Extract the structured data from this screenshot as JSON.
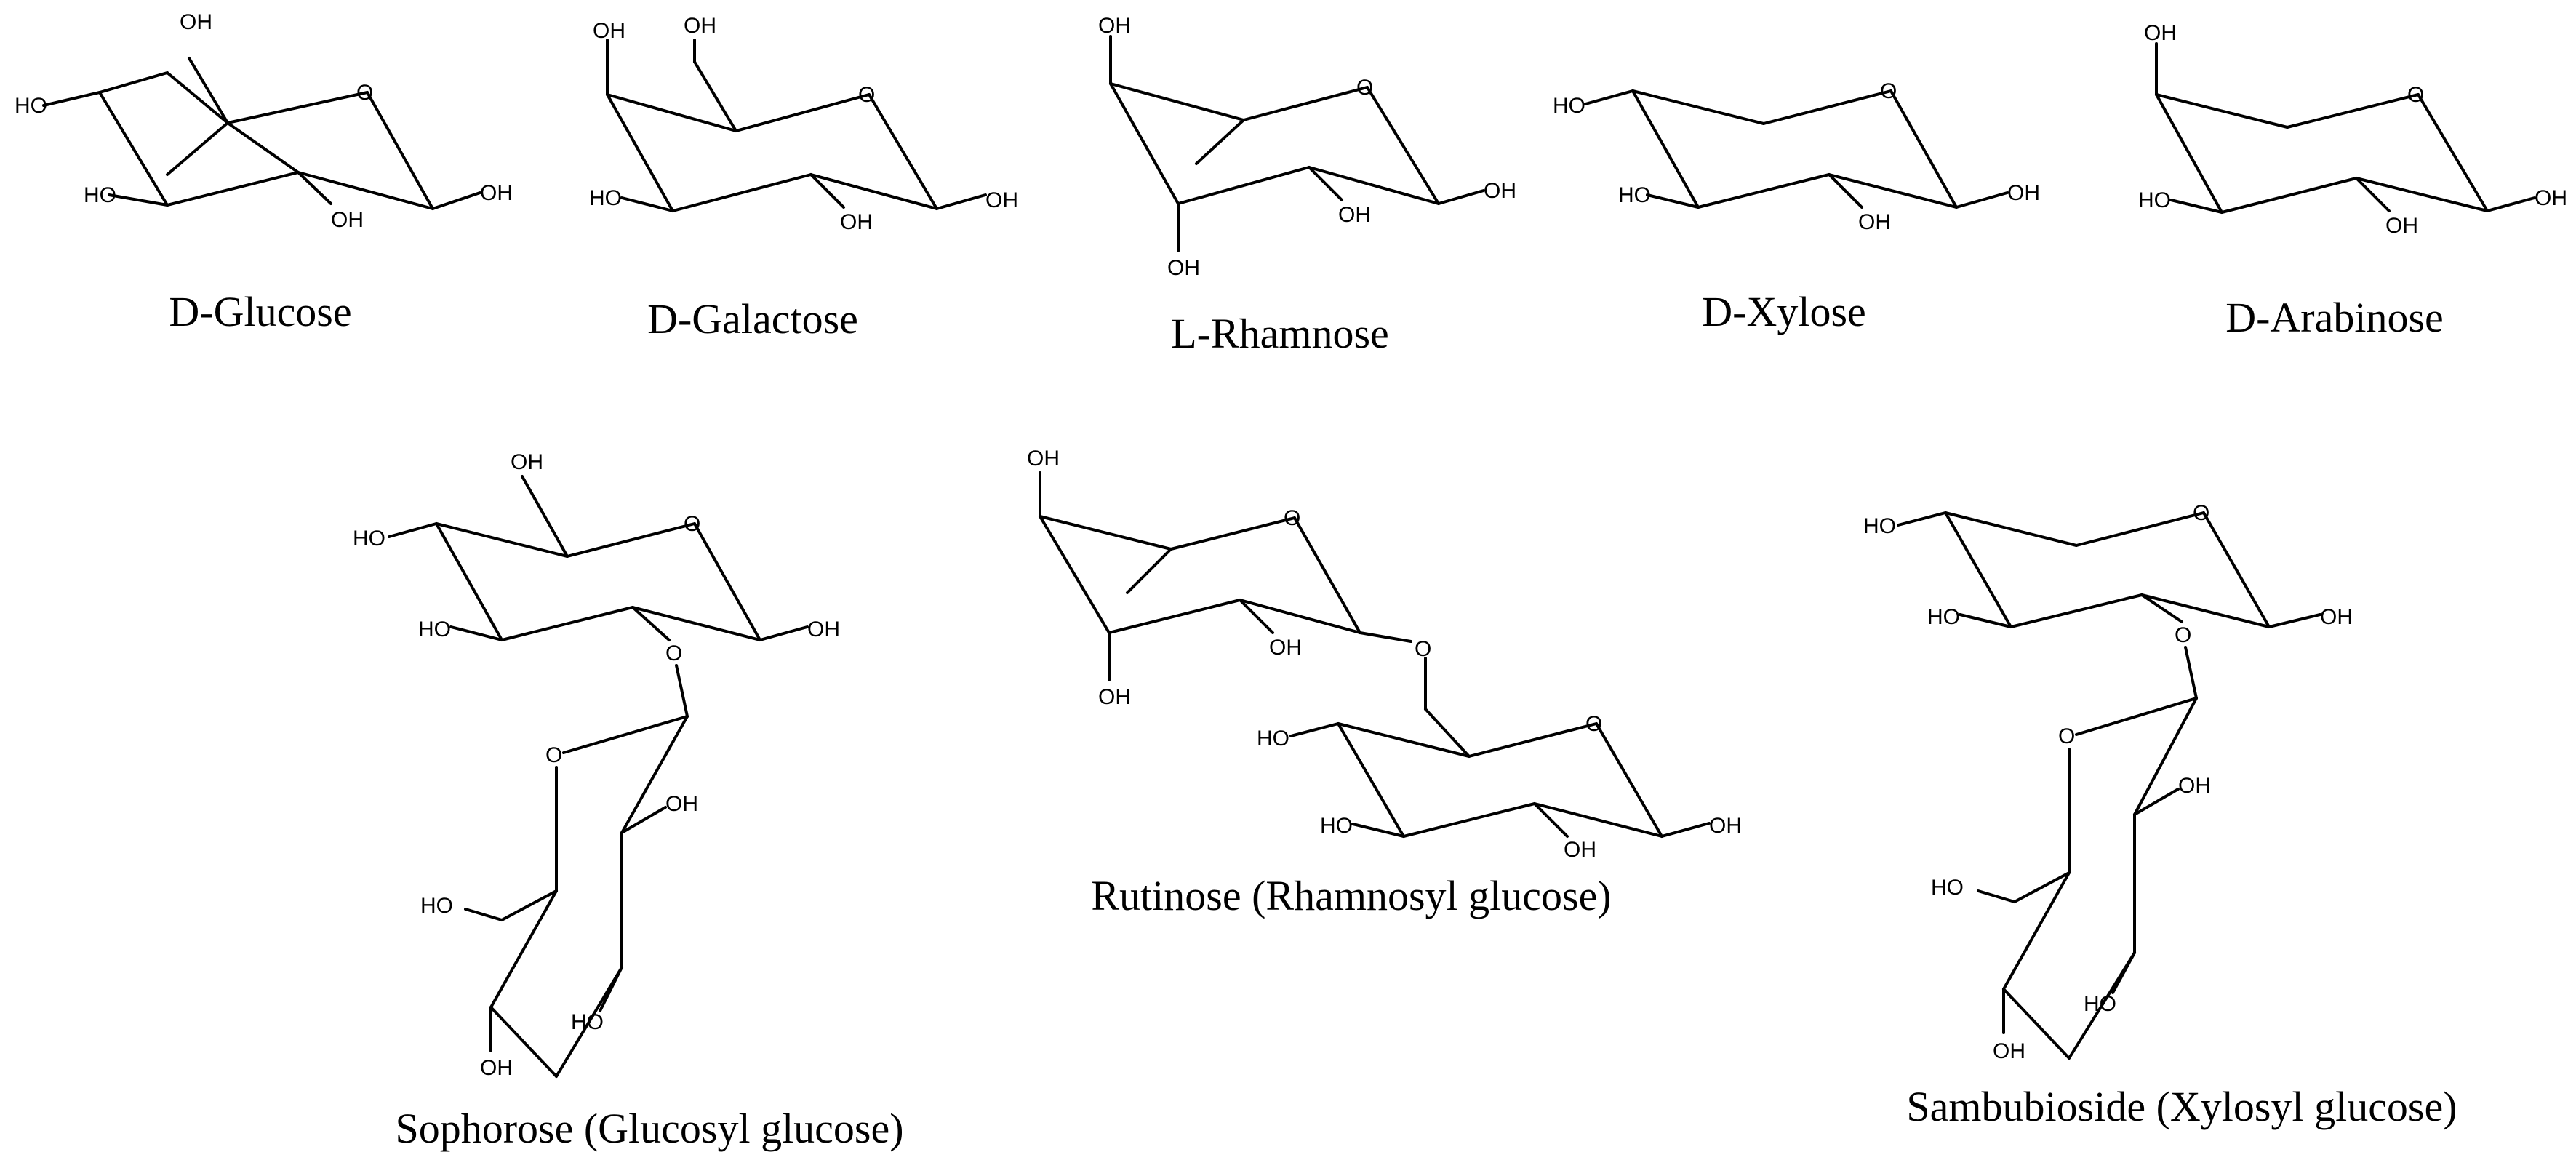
{
  "captions": {
    "glucose": "D-Glucose",
    "galactose": "D-Galactose",
    "rhamnose": "L-Rhamnose",
    "xylose": "D-Xylose",
    "arabinose": "D-Arabinose",
    "sophorose": "Sophorose (Glucosyl glucose)",
    "rutinose": "Rutinose (Rhamnosyl glucose)",
    "sambubioside": "Sambubioside (Xylosyl glucose)"
  },
  "atoms": {
    "O": "O",
    "OH": "OH",
    "HO": "HO"
  },
  "colors": {
    "bond": "#000000",
    "text": "#000000",
    "background": "#ffffff"
  }
}
